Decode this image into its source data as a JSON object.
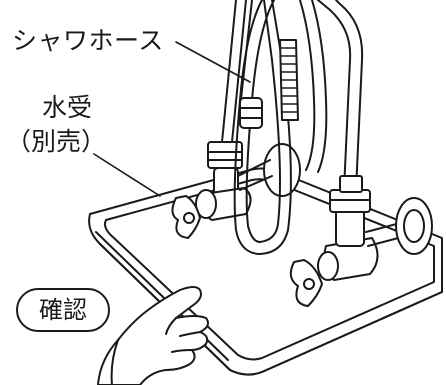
{
  "labels": {
    "shower_hose": "シャワホース",
    "water_tray_line1": "水受",
    "water_tray_line2": "（別売）",
    "confirm": "確認"
  }
}
